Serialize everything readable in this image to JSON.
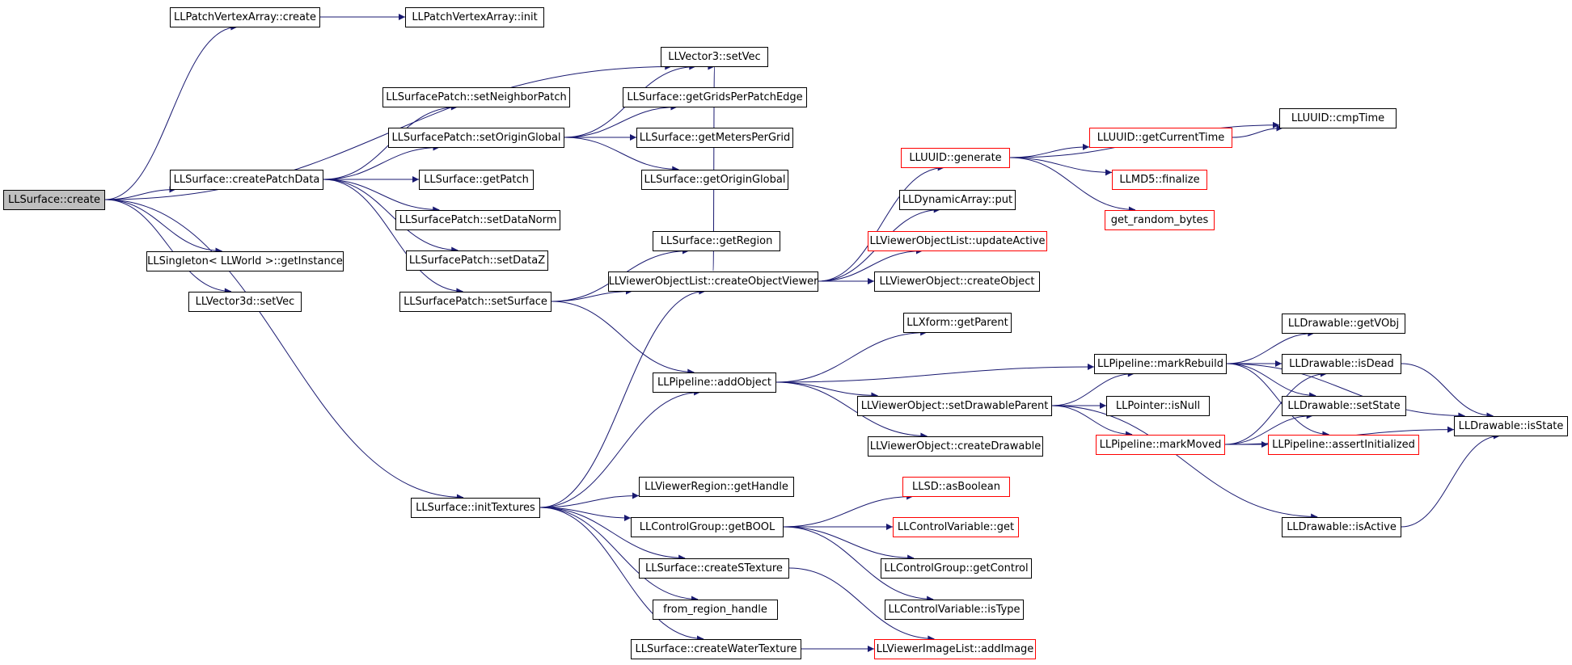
{
  "colors": {
    "edge": "#191970",
    "node_border": "#000000",
    "node_border_incomplete": "#ff0000",
    "root_fill": "#bfbfbf"
  },
  "nodes": [
    {
      "id": "n0",
      "label": "LLSurface::create",
      "style": "root"
    },
    {
      "id": "n1",
      "label": "LLPatchVertexArray::create",
      "style": "normal"
    },
    {
      "id": "n2",
      "label": "LLPatchVertexArray::init",
      "style": "normal"
    },
    {
      "id": "n3",
      "label": "LLVector3::setVec",
      "style": "normal"
    },
    {
      "id": "n4",
      "label": "LLSurfacePatch::setNeighborPatch",
      "style": "normal"
    },
    {
      "id": "n5",
      "label": "LLSurface::getGridsPerPatchEdge",
      "style": "normal"
    },
    {
      "id": "n6",
      "label": "LLSurfacePatch::setOriginGlobal",
      "style": "normal"
    },
    {
      "id": "n7",
      "label": "LLSurface::getMetersPerGrid",
      "style": "normal"
    },
    {
      "id": "n8",
      "label": "LLSurface::getOriginGlobal",
      "style": "normal"
    },
    {
      "id": "n9",
      "label": "LLSurface::createPatchData",
      "style": "normal"
    },
    {
      "id": "n10",
      "label": "LLSurface::getPatch",
      "style": "normal"
    },
    {
      "id": "n11",
      "label": "LLSurfacePatch::setDataNorm",
      "style": "normal"
    },
    {
      "id": "n12",
      "label": "LLSurfacePatch::setDataZ",
      "style": "normal"
    },
    {
      "id": "n13",
      "label": "LLSingleton< LLWorld >::getInstance",
      "style": "normal"
    },
    {
      "id": "n14",
      "label": "LLVector3d::setVec",
      "style": "normal"
    },
    {
      "id": "n15",
      "label": "LLSurfacePatch::setSurface",
      "style": "normal"
    },
    {
      "id": "n16",
      "label": "LLSurface::getRegion",
      "style": "normal"
    },
    {
      "id": "n17",
      "label": "LLViewerObjectList::createObjectViewer",
      "style": "normal"
    },
    {
      "id": "n18",
      "label": "LLPipeline::addObject",
      "style": "normal"
    },
    {
      "id": "n19",
      "label": "LLSurface::initTextures",
      "style": "normal"
    },
    {
      "id": "n20",
      "label": "LLViewerRegion::getHandle",
      "style": "normal"
    },
    {
      "id": "n21",
      "label": "LLControlGroup::getBOOL",
      "style": "normal"
    },
    {
      "id": "n22",
      "label": "LLSurface::createSTexture",
      "style": "normal"
    },
    {
      "id": "n23",
      "label": "from_region_handle",
      "style": "normal"
    },
    {
      "id": "n24",
      "label": "LLSurface::createWaterTexture",
      "style": "normal"
    },
    {
      "id": "n25",
      "label": "LLUUID::generate",
      "style": "incomplete"
    },
    {
      "id": "n26",
      "label": "LLDynamicArray::put",
      "style": "normal"
    },
    {
      "id": "n27",
      "label": "LLViewerObjectList::updateActive",
      "style": "incomplete"
    },
    {
      "id": "n28",
      "label": "LLViewerObject::createObject",
      "style": "normal"
    },
    {
      "id": "n29",
      "label": "LLXform::getParent",
      "style": "normal"
    },
    {
      "id": "n30",
      "label": "LLViewerObject::setDrawableParent",
      "style": "normal"
    },
    {
      "id": "n31",
      "label": "LLViewerObject::createDrawable",
      "style": "normal"
    },
    {
      "id": "n32",
      "label": "LLSD::asBoolean",
      "style": "incomplete"
    },
    {
      "id": "n33",
      "label": "LLControlVariable::get",
      "style": "incomplete"
    },
    {
      "id": "n34",
      "label": "LLControlGroup::getControl",
      "style": "normal"
    },
    {
      "id": "n35",
      "label": "LLControlVariable::isType",
      "style": "normal"
    },
    {
      "id": "n36",
      "label": "LLViewerImageList::addImage",
      "style": "incomplete"
    },
    {
      "id": "n37",
      "label": "LLUUID::getCurrentTime",
      "style": "incomplete"
    },
    {
      "id": "n38",
      "label": "LLUUID::cmpTime",
      "style": "normal"
    },
    {
      "id": "n39",
      "label": "LLMD5::finalize",
      "style": "incomplete"
    },
    {
      "id": "n40",
      "label": "get_random_bytes",
      "style": "incomplete"
    },
    {
      "id": "n41",
      "label": "LLPipeline::markRebuild",
      "style": "normal"
    },
    {
      "id": "n42",
      "label": "LLPointer::isNull",
      "style": "normal"
    },
    {
      "id": "n43",
      "label": "LLPipeline::markMoved",
      "style": "incomplete"
    },
    {
      "id": "n44",
      "label": "LLDrawable::isActive",
      "style": "normal"
    },
    {
      "id": "n45",
      "label": "LLDrawable::getVObj",
      "style": "normal"
    },
    {
      "id": "n46",
      "label": "LLDrawable::isDead",
      "style": "normal"
    },
    {
      "id": "n47",
      "label": "LLDrawable::setState",
      "style": "normal"
    },
    {
      "id": "n48",
      "label": "LLPipeline::assertInitialized",
      "style": "incomplete"
    },
    {
      "id": "n49",
      "label": "LLDrawable::isState",
      "style": "normal"
    }
  ],
  "edges": [
    [
      "n0",
      "n1"
    ],
    [
      "n0",
      "n3"
    ],
    [
      "n0",
      "n9"
    ],
    [
      "n0",
      "n13"
    ],
    [
      "n0",
      "n14"
    ],
    [
      "n0",
      "n19"
    ],
    [
      "n1",
      "n2"
    ],
    [
      "n9",
      "n4"
    ],
    [
      "n9",
      "n6"
    ],
    [
      "n9",
      "n10"
    ],
    [
      "n9",
      "n11"
    ],
    [
      "n9",
      "n12"
    ],
    [
      "n9",
      "n15"
    ],
    [
      "n6",
      "n3"
    ],
    [
      "n6",
      "n5"
    ],
    [
      "n6",
      "n7"
    ],
    [
      "n6",
      "n8"
    ],
    [
      "n15",
      "n16"
    ],
    [
      "n15",
      "n17"
    ],
    [
      "n15",
      "n18"
    ],
    [
      "n19",
      "n17"
    ],
    [
      "n19",
      "n18"
    ],
    [
      "n19",
      "n20"
    ],
    [
      "n19",
      "n21"
    ],
    [
      "n19",
      "n22"
    ],
    [
      "n19",
      "n23"
    ],
    [
      "n19",
      "n24"
    ],
    [
      "n17",
      "n3"
    ],
    [
      "n17",
      "n25"
    ],
    [
      "n17",
      "n26"
    ],
    [
      "n17",
      "n27"
    ],
    [
      "n17",
      "n28"
    ],
    [
      "n18",
      "n29"
    ],
    [
      "n18",
      "n41"
    ],
    [
      "n18",
      "n30"
    ],
    [
      "n18",
      "n31"
    ],
    [
      "n21",
      "n32"
    ],
    [
      "n21",
      "n33"
    ],
    [
      "n21",
      "n34"
    ],
    [
      "n21",
      "n35"
    ],
    [
      "n22",
      "n36"
    ],
    [
      "n24",
      "n36"
    ],
    [
      "n25",
      "n38"
    ],
    [
      "n25",
      "n37"
    ],
    [
      "n25",
      "n39"
    ],
    [
      "n25",
      "n40"
    ],
    [
      "n37",
      "n38"
    ],
    [
      "n30",
      "n41"
    ],
    [
      "n30",
      "n42"
    ],
    [
      "n30",
      "n43"
    ],
    [
      "n30",
      "n44"
    ],
    [
      "n41",
      "n49"
    ],
    [
      "n41",
      "n45"
    ],
    [
      "n41",
      "n46"
    ],
    [
      "n41",
      "n47"
    ],
    [
      "n41",
      "n48"
    ],
    [
      "n43",
      "n46"
    ],
    [
      "n43",
      "n47"
    ],
    [
      "n43",
      "n48"
    ],
    [
      "n43",
      "n49"
    ],
    [
      "n44",
      "n49"
    ],
    [
      "n46",
      "n49"
    ]
  ]
}
